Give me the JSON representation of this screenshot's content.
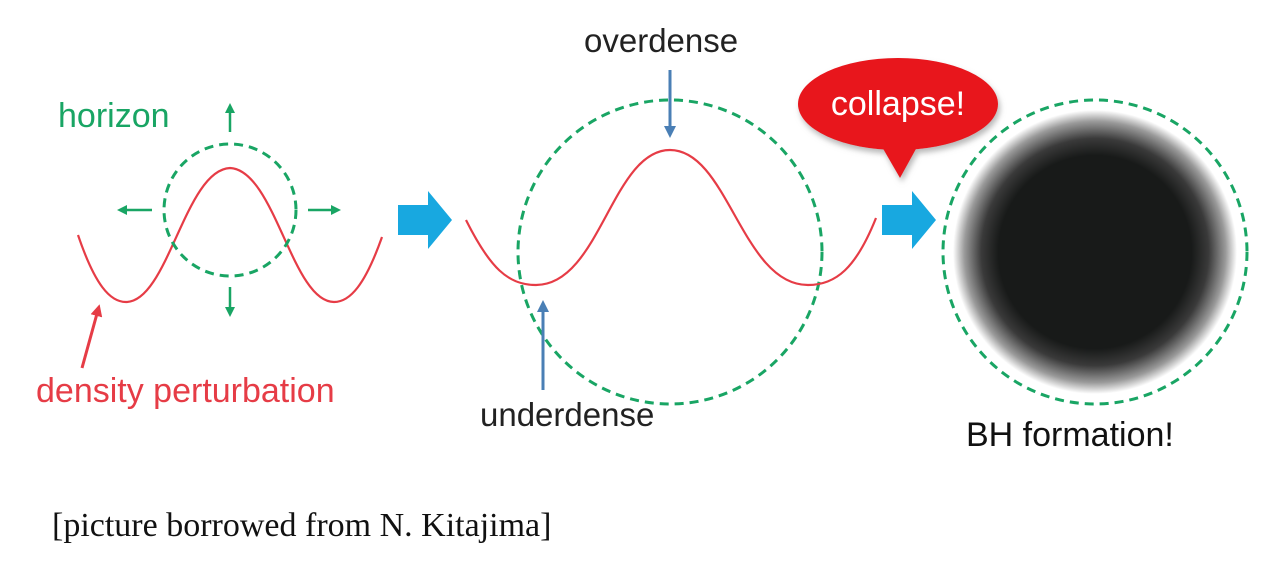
{
  "panel1": {
    "horizon_label": "horizon",
    "perturbation_label": "density perturbation"
  },
  "panel2": {
    "overdense_label": "overdense",
    "underdense_label": "underdense"
  },
  "panel3": {
    "callout_label": "collapse!",
    "result_label": "BH formation!"
  },
  "caption": "[picture borrowed from N. Kitajima]",
  "colors": {
    "horizon": "#19a564",
    "perturbation": "#e63c46",
    "pointer_arrow": "#4a7fb5",
    "step_arrow": "#18a8e0",
    "callout_fill": "#e8141f",
    "black_hole": "#181a19"
  }
}
